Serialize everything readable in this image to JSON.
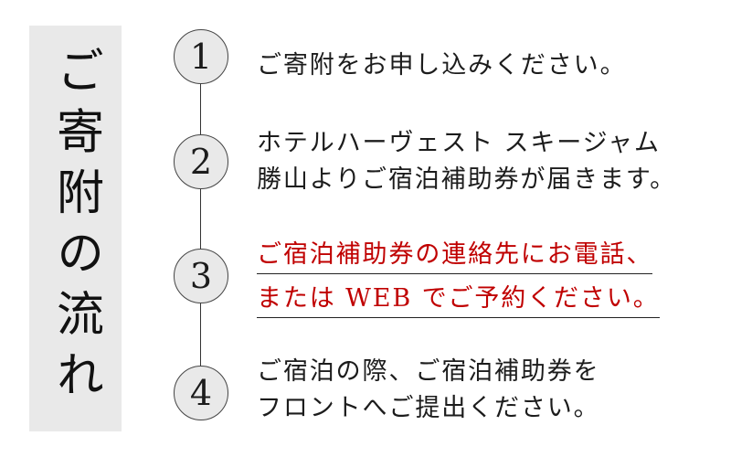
{
  "title": {
    "text": "ご寄附の流れ"
  },
  "colors": {
    "panel_background": "#e9e9e9",
    "circle_fill": "#e9e9e9",
    "circle_border": "#444444",
    "body_text": "#1c1c1c",
    "accent_red": "#c00000",
    "underline": "#222222",
    "connector_line": "#333333",
    "page_background": "#ffffff"
  },
  "steps": [
    {
      "number": "1",
      "lines": [
        "ご寄附をお申し込みください。"
      ],
      "emphasized": false
    },
    {
      "number": "2",
      "lines": [
        "ホテルハーヴェスト スキージャム",
        "勝山よりご宿泊補助券が届きます。"
      ],
      "emphasized": false
    },
    {
      "number": "3",
      "lines": [
        "ご宿泊補助券の連絡先にお電話、",
        "または WEB でご予約ください。"
      ],
      "emphasized": true
    },
    {
      "number": "4",
      "lines": [
        "ご宿泊の際、ご宿泊補助券を",
        "フロントへご提出ください。"
      ],
      "emphasized": false
    }
  ]
}
